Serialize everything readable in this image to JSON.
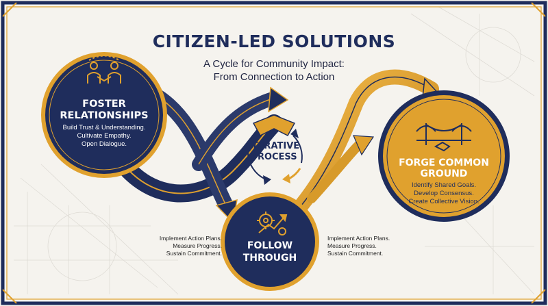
{
  "header": {
    "title": "CITIZEN-LED SOLUTIONS",
    "subtitle_line1": "A Cycle for Community Impact:",
    "subtitle_line2": "From Connection to Action"
  },
  "center": {
    "line1": "ITERATIVE",
    "line2": "PROCESS"
  },
  "nodes": {
    "foster": {
      "title_line1": "FOSTER",
      "title_line2": "RELATIONSHIPS",
      "desc_line1": "Build Trust & Understanding.",
      "desc_line2": "Cultivate Empathy.",
      "desc_line3": "Open Dialogue.",
      "icon": "people-collaboration-icon"
    },
    "forge": {
      "title_line1": "FORGE COMMON",
      "title_line2": "GROUND",
      "desc_line1": "Identify Shared Goals.",
      "desc_line2": "Develop Consensus.",
      "desc_line3": "Create Collective Vision.",
      "icon": "bridge-handshake-icon"
    },
    "follow": {
      "title_line1": "FOLLOW",
      "title_line2": "THROUGH",
      "icon": "gear-growth-icon"
    }
  },
  "side_notes": {
    "left": {
      "line1": "Implement Action Plans.",
      "line2": "Measure Progress.",
      "line3": "Sustain Commitment."
    },
    "right": {
      "line1": "Implement Action Plans.",
      "line2": "Measure Progress.",
      "line3": "Sustain Commitment."
    }
  },
  "colors": {
    "navy": "#1f2d5c",
    "gold": "#e0a12e",
    "background": "#f5f3ee",
    "border": "#1f2d5c"
  }
}
